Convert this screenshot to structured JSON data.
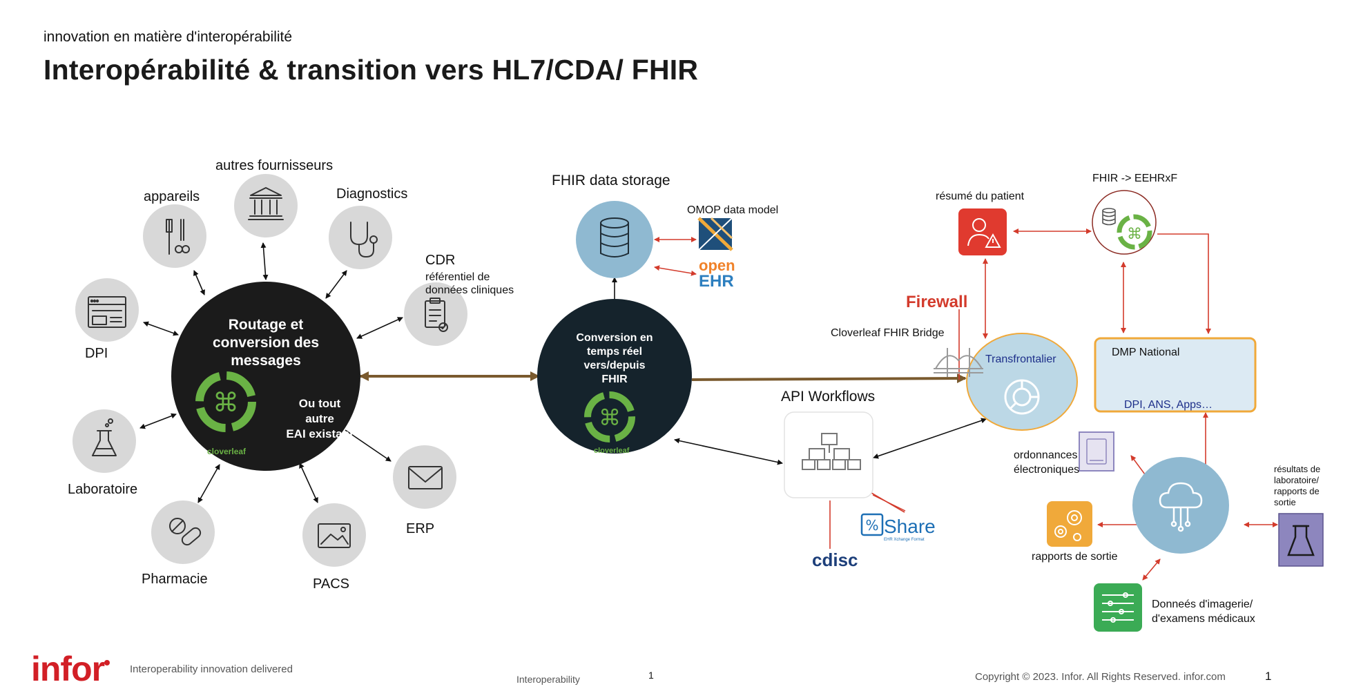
{
  "header": {
    "subtitle": "innovation en matière d'interopérabilité",
    "title": "Interopérabilité & transition vers HL7/CDA/ FHIR"
  },
  "left_hub": {
    "title_line1": "Routage et",
    "title_line2": "conversion des",
    "title_line3": "messages",
    "note_line1": "Ou tout",
    "note_line2": "autre",
    "note_line3": "EAI existant",
    "logo_text": "cloverleaf"
  },
  "sources": {
    "autres": "autres fournisseurs",
    "appareils": "appareils",
    "diagnostics": "Diagnostics",
    "cdr": "CDR",
    "cdr_sub1": "référentiel de",
    "cdr_sub2": "données cliniques",
    "dpi": "DPI",
    "laboratoire": "Laboratoire",
    "pharmacie": "Pharmacie",
    "pacs": "PACS",
    "erp": "ERP"
  },
  "center_hub": {
    "line1": "Conversion en",
    "line2": "temps réel",
    "line3": "vers/depuis",
    "line4": "FHIR",
    "logo_text": "cloverleaf"
  },
  "storage": {
    "title": "FHIR data storage",
    "omop": "OMOP data model",
    "openehr_top": "open",
    "openehr_bottom": "EHR"
  },
  "api": {
    "title": "API Workflows",
    "cdisc": "cdisc",
    "share": "Share",
    "share_sub": "EHR Xchange Format"
  },
  "right": {
    "firewall": "Firewall",
    "bridge": "Cloverleaf  FHIR Bridge",
    "transfrontalier": "Transfrontalier",
    "resume": "résumé du patient",
    "eehrxf": "FHIR -> EEHRxF",
    "dmp_title": "DMP National",
    "dmp_sub": "DPI, ANS, Apps…",
    "ordonnances1": "ordonnances",
    "ordonnances2": "électroniques",
    "resultats1": "résultats de",
    "resultats2": "laboratoire/",
    "resultats3": "rapports de",
    "resultats4": "sortie",
    "rapports": "rapports de sortie",
    "imagerie1": "Donneés d'imagerie/",
    "imagerie2": "d'examens médicaux"
  },
  "footer": {
    "logo": "infor",
    "tagline": "Interoperability innovation delivered",
    "section": "Interoperability",
    "page_mid": "1",
    "copyright": "Copyright © 2023. Infor. All Rights Reserved. infor.com",
    "page": "1"
  },
  "colors": {
    "brown_arrow": "#7a5a2e",
    "red_arrow": "#d33b2c",
    "hub_dark": "#1b1b1b",
    "hub_navy": "#15232c",
    "node_grey": "#d8d8d8",
    "light_blue": "#8fb9d1",
    "orange_border": "#f0a93a",
    "clover_green": "#6ab245"
  }
}
